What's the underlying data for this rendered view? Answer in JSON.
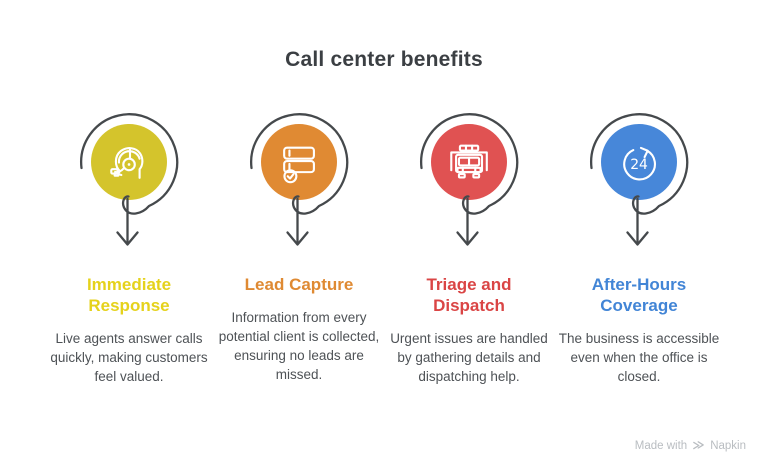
{
  "title": "Call center benefits",
  "watermark": {
    "made_with": "Made with",
    "brand": "Napkin",
    "color": "#b9bdc1"
  },
  "arrow_color": "#45494c",
  "columns": [
    {
      "id": "immediate-response",
      "icon": "agent-headset-icon",
      "circle_color": "#d4c42c",
      "heading_color": "#e5d21c",
      "heading": "Immediate Response",
      "description": "Live agents answer calls quickly, making customers feel valued."
    },
    {
      "id": "lead-capture",
      "icon": "lead-list-check-icon",
      "circle_color": "#e08a33",
      "heading_color": "#df8a33",
      "heading": "Lead Capture",
      "description": "Information from every potential client is collected, ensuring no leads are missed."
    },
    {
      "id": "triage-and-dispatch",
      "icon": "emergency-truck-icon",
      "circle_color": "#e05252",
      "heading_color": "#da4545",
      "heading": "Triage and Dispatch",
      "description": "Urgent issues are handled by gathering details and dispatching help."
    },
    {
      "id": "after-hours-coverage",
      "icon": "24-hours-icon",
      "circle_color": "#4787d9",
      "heading_color": "#4285d6",
      "heading": "After-Hours Coverage",
      "description": "The business is accessible even when the office is closed."
    }
  ]
}
